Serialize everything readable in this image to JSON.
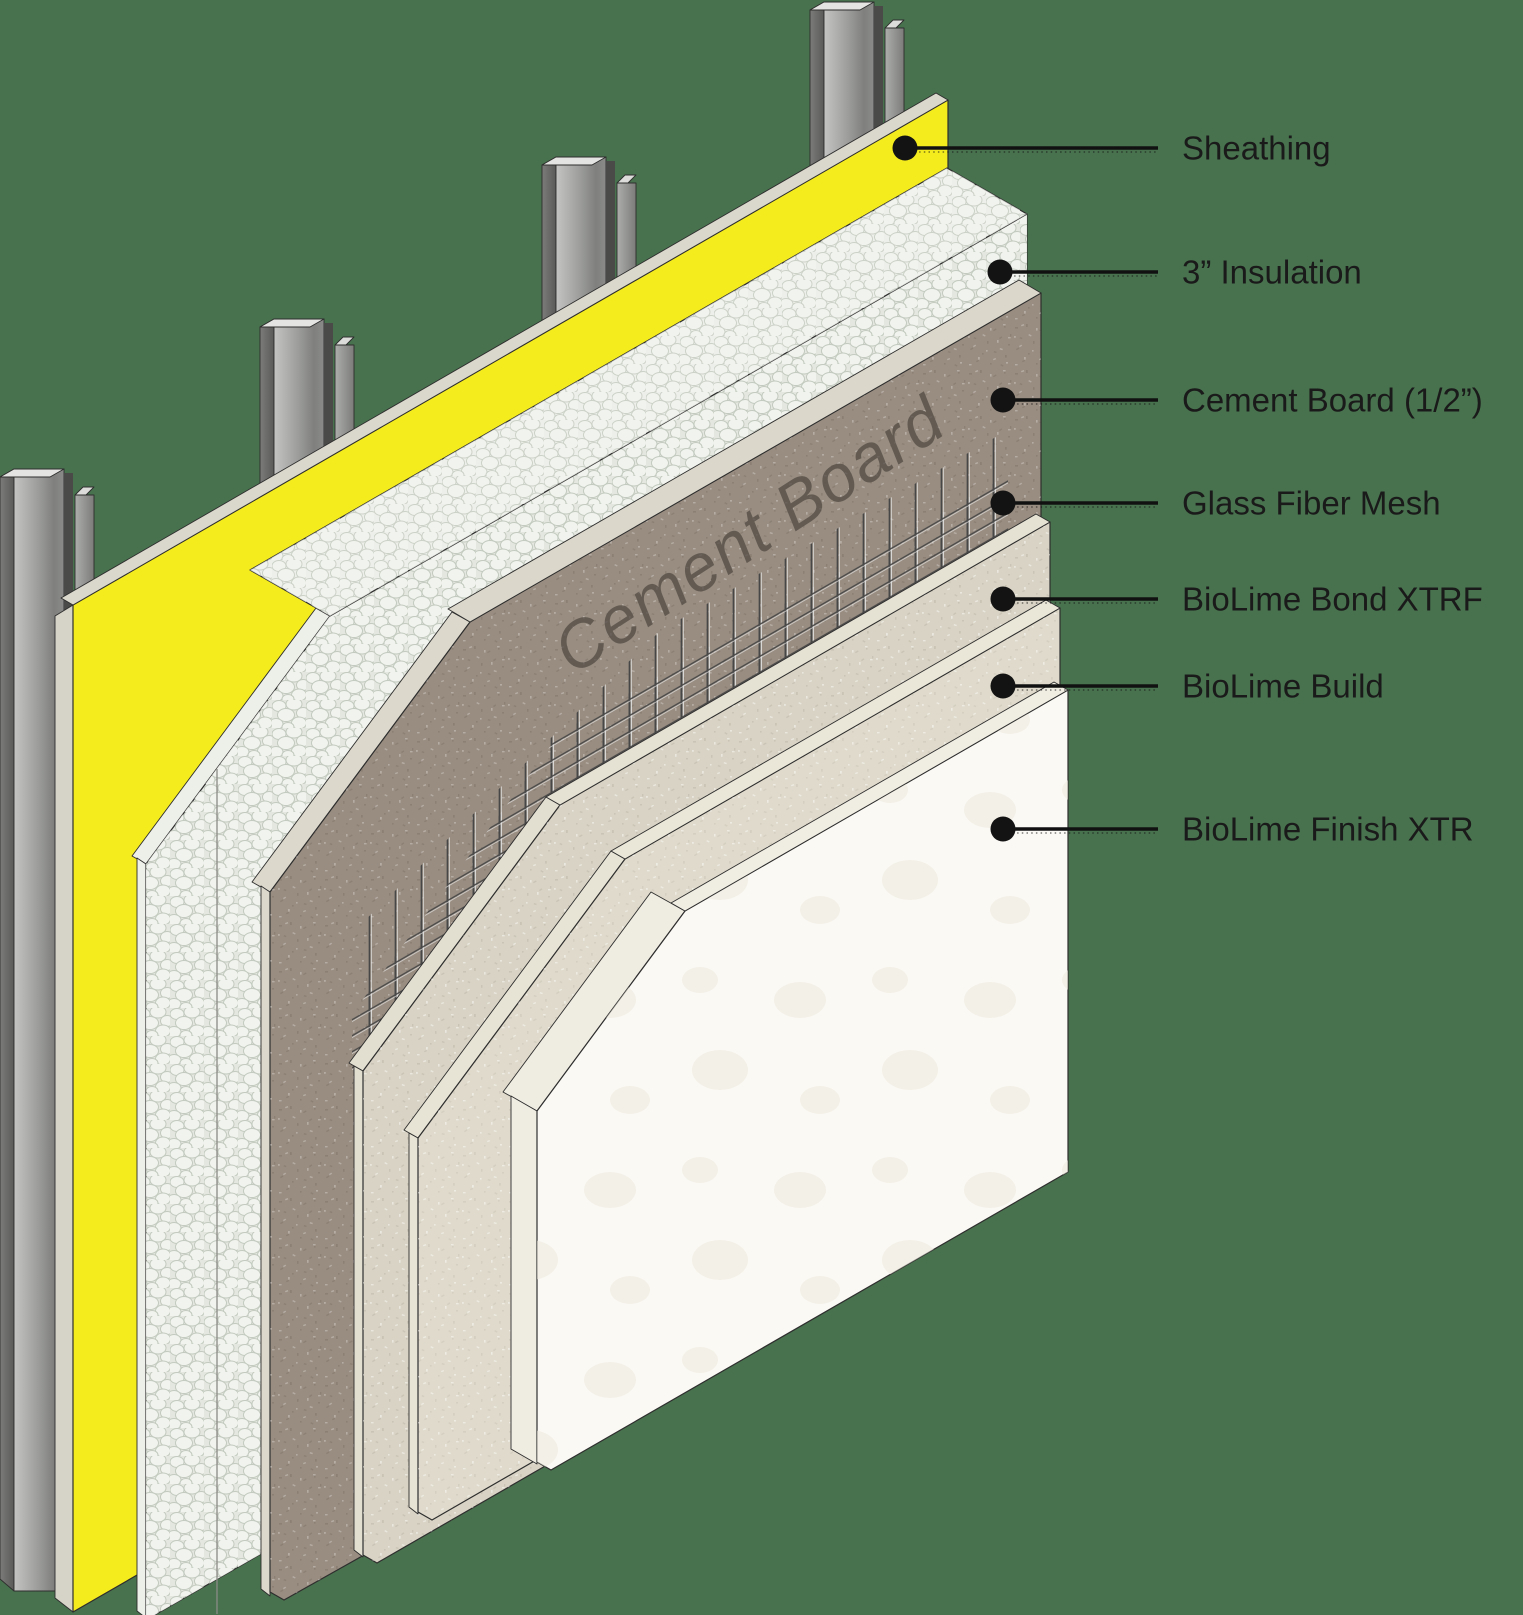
{
  "background_color": "#48724E",
  "diagram": {
    "type": "exploded-isometric-wall-assembly",
    "cement_board_face_text": "Cement Board",
    "label_text_color": "#1A1A1A",
    "leader_line_color": "#111111",
    "stud_color": "#9A9A98",
    "layers": [
      {
        "id": "sheathing",
        "label": "Sheathing",
        "color": "#F5EC1E"
      },
      {
        "id": "insulation",
        "label": "3” Insulation",
        "color": "#E4E7E0"
      },
      {
        "id": "cement-board",
        "label": "Cement Board (1/2”)",
        "color": "#998D81"
      },
      {
        "id": "glass-fiber-mesh",
        "label": "Glass Fiber Mesh",
        "color": "#474747"
      },
      {
        "id": "biolime-bond-xtrf",
        "label": "BioLime Bond XTRF",
        "color": "#D8D3C4"
      },
      {
        "id": "biolime-build",
        "label": "BioLime Build",
        "color": "#DFDACB"
      },
      {
        "id": "biolime-finish-xtr",
        "label": "BioLime Finish XTR",
        "color": "#FAF9F4"
      }
    ]
  }
}
